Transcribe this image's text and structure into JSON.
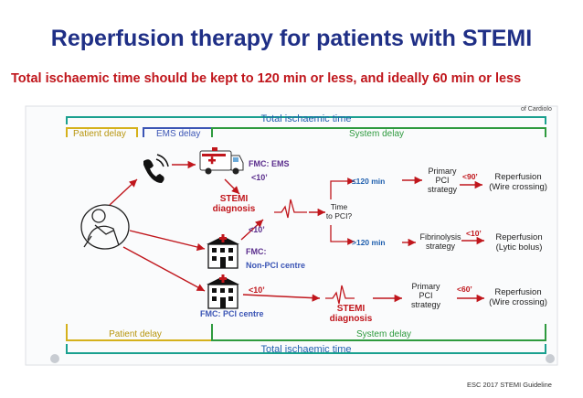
{
  "title": "Reperfusion therapy for patients with STEMI",
  "subtitle": "Total ischaemic time should be kept to 120 min or less, and ideally 60 min or less",
  "cut_corner_text": "of Cardiolo",
  "footer": "ESC 2017 STEMI Guideline",
  "colors": {
    "title": "#1f2f86",
    "subtitle": "#c0161c",
    "teal": "#1aa08f",
    "patient_delay": "#d5b11c",
    "ems_delay": "#3b55b5",
    "system_delay": "#2e9a3e",
    "arrow_red": "#c0161c",
    "purple": "#5a2d8c"
  },
  "diagram": {
    "total_ischaemic_time_top": "Total ischaemic time",
    "patient_delay_top": "Patient delay",
    "ems_delay": "EMS delay",
    "system_delay_top": "System delay",
    "fmc_ems": "FMC: EMS",
    "lt10_a": "<10’",
    "stemi_diagnosis_1": "STEMI\ndiagnosis",
    "time_to_pci": "Time\nto PCI?",
    "le120": "≤120 min",
    "gt120": ">120 min",
    "primary_pci_1": "Primary\nPCI\nstrategy",
    "lt90": "<90’",
    "reperfusion_1": "Reperfusion\n(Wire crossing)",
    "lt10_b": "<10’",
    "fmc_nonpci": "FMC:",
    "nonpci_centre": "Non-PCI centre",
    "fibrinolysis": "Fibrinolysis\nstrategy",
    "lt10_c": "<10’",
    "reperfusion_2": "Reperfusion\n(Lytic bolus)",
    "lt10_d": "<10’",
    "fmc_pci_centre": "FMC: PCI centre",
    "stemi_diagnosis_2": "STEMI\ndiagnosis",
    "primary_pci_2": "Primary\nPCI\nstrategy",
    "lt60": "<60’",
    "reperfusion_3": "Reperfusion\n(Wire crossing)",
    "patient_delay_bottom": "Patient delay",
    "system_delay_bottom": "System delay",
    "total_ischaemic_time_bottom": "Total ischaemic time"
  }
}
